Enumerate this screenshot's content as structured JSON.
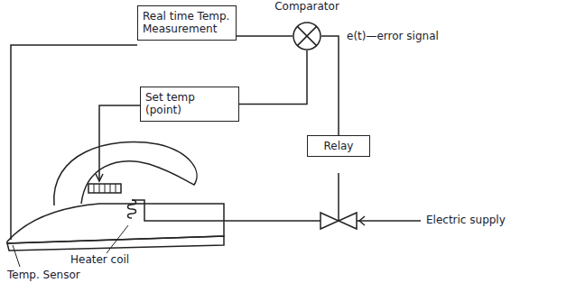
{
  "diagram": {
    "nodes": [
      {
        "text": [
          "Real time Temp. Measurement"
        ]
      },
      {
        "text": [
          "Comparator"
        ]
      },
      {
        "text": [
          "Set temp (point)"
        ]
      },
      {
        "text": [
          "Relay"
        ]
      }
    ],
    "edges": [
      {
        "from": 0,
        "to": 1,
        "arrow": "none"
      },
      {
        "from": 2,
        "to": 1,
        "arrow": "none"
      },
      {
        "from": 1,
        "to": 3,
        "arrow": "none"
      }
    ],
    "labels": [
      "e(t)—error signal",
      "Electric supply",
      "Heater coil",
      "Temp. Sensor"
    ]
  }
}
